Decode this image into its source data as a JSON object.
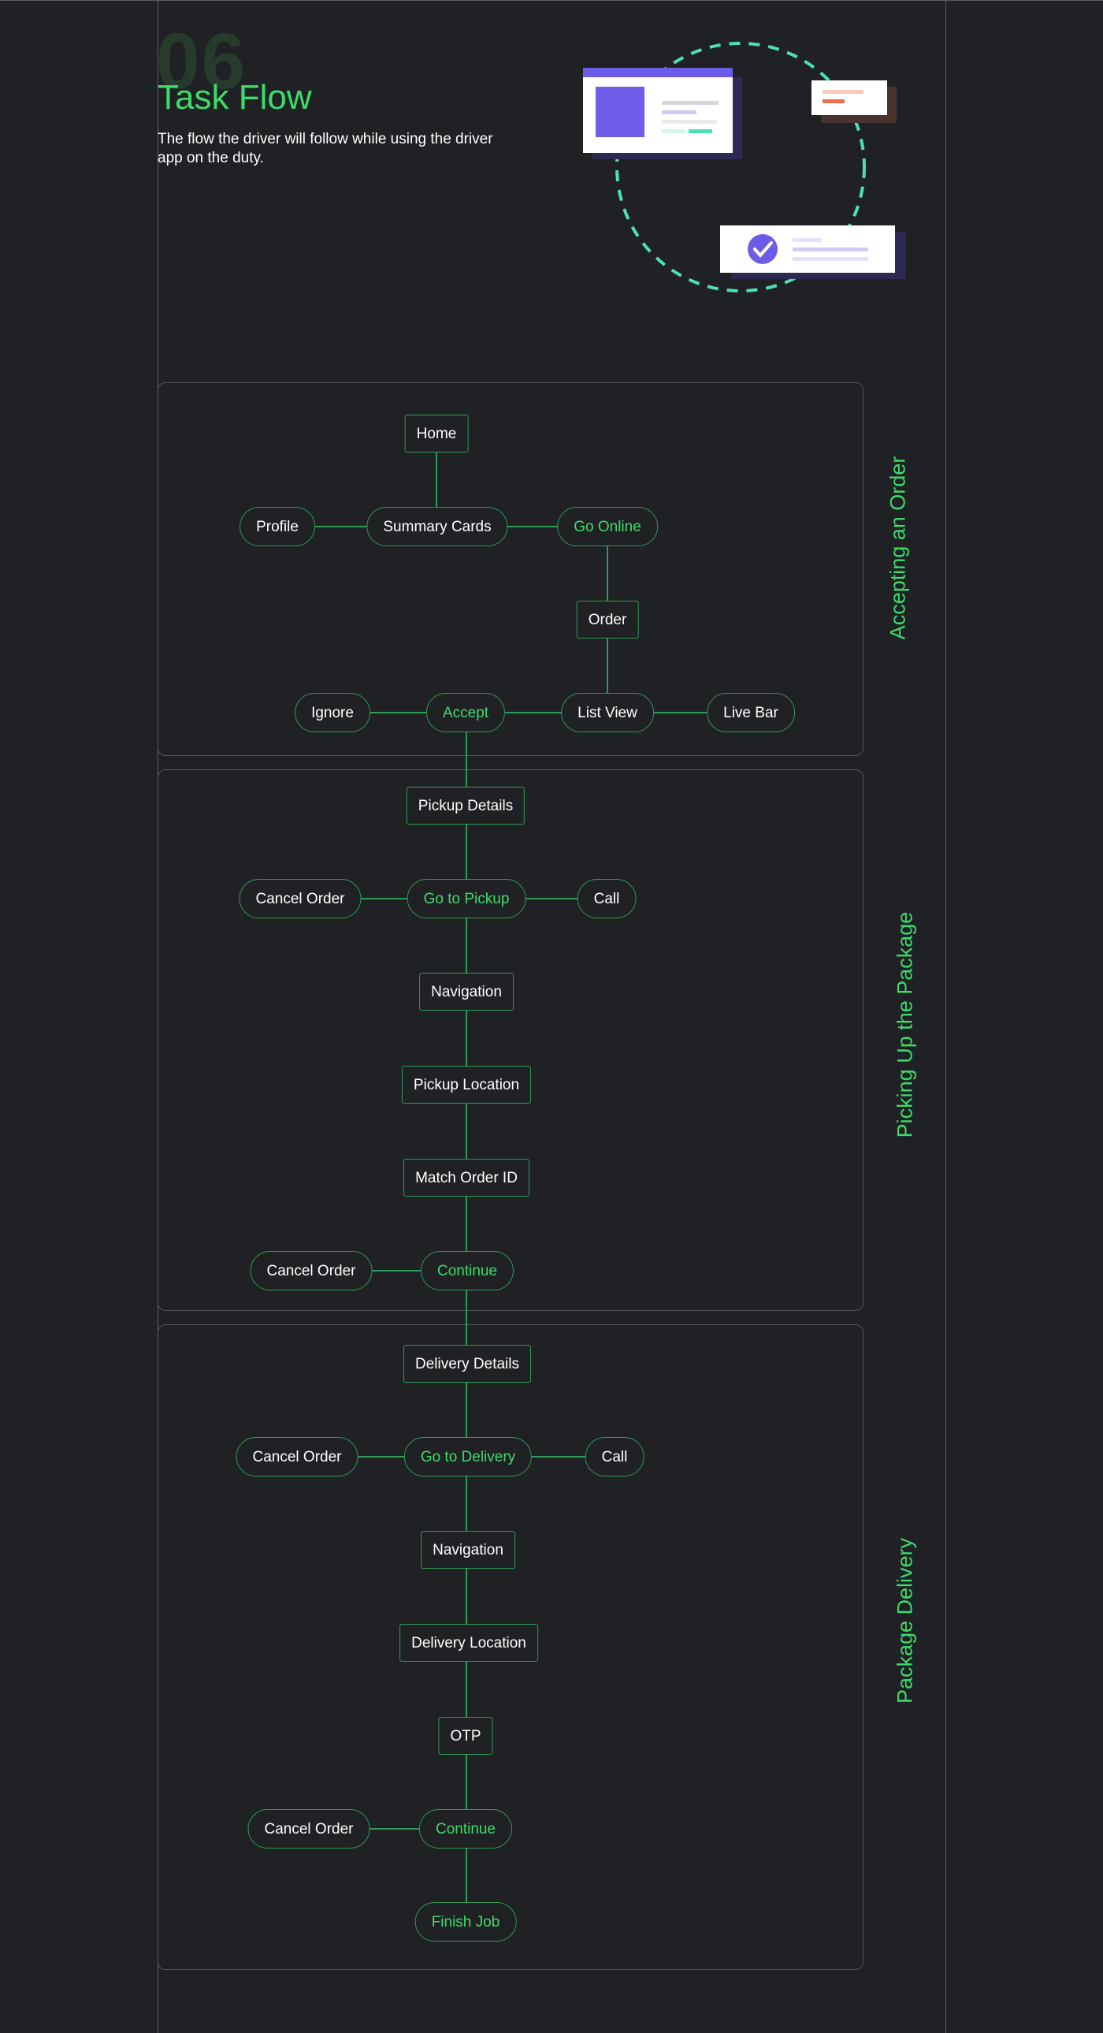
{
  "header": {
    "section_number": "06",
    "title": "Task Flow",
    "description": "The flow the driver will follow while using the driver app on the duty."
  },
  "colors": {
    "background": "#202124",
    "accent_green": "#3ddc6a",
    "connector_green": "#2f9a57",
    "panel_border": "#52555a",
    "illustration_purple": "#6c5ce7",
    "illustration_teal": "#4ee0b4",
    "illustration_orange": "#e8704c"
  },
  "illustration": {
    "name": "task-cards-illustration",
    "icons": [
      "check-circle-icon"
    ]
  },
  "sections": [
    {
      "label": "Accepting an Order"
    },
    {
      "label": "Picking Up the Package"
    },
    {
      "label": "Package Delivery"
    }
  ],
  "nodes": {
    "home": "Home",
    "profile": "Profile",
    "summary_cards": "Summary Cards",
    "go_online": "Go Online",
    "order": "Order",
    "ignore": "Ignore",
    "accept": "Accept",
    "list_view": "List View",
    "live_bar": "Live Bar",
    "pickup_details": "Pickup Details",
    "cancel_order_1": "Cancel Order",
    "go_to_pickup": "Go to Pickup",
    "call_1": "Call",
    "navigation_1": "Navigation",
    "pickup_location": "Pickup Location",
    "match_order_id": "Match Order ID",
    "cancel_order_2": "Cancel Order",
    "continue_1": "Continue",
    "delivery_details": "Delivery Details",
    "cancel_order_3": "Cancel Order",
    "go_to_delivery": "Go to Delivery",
    "call_2": "Call",
    "navigation_2": "Navigation",
    "delivery_location": "Delivery Location",
    "otp": "OTP",
    "cancel_order_4": "Cancel Order",
    "continue_2": "Continue",
    "finish_job": "Finish Job"
  }
}
